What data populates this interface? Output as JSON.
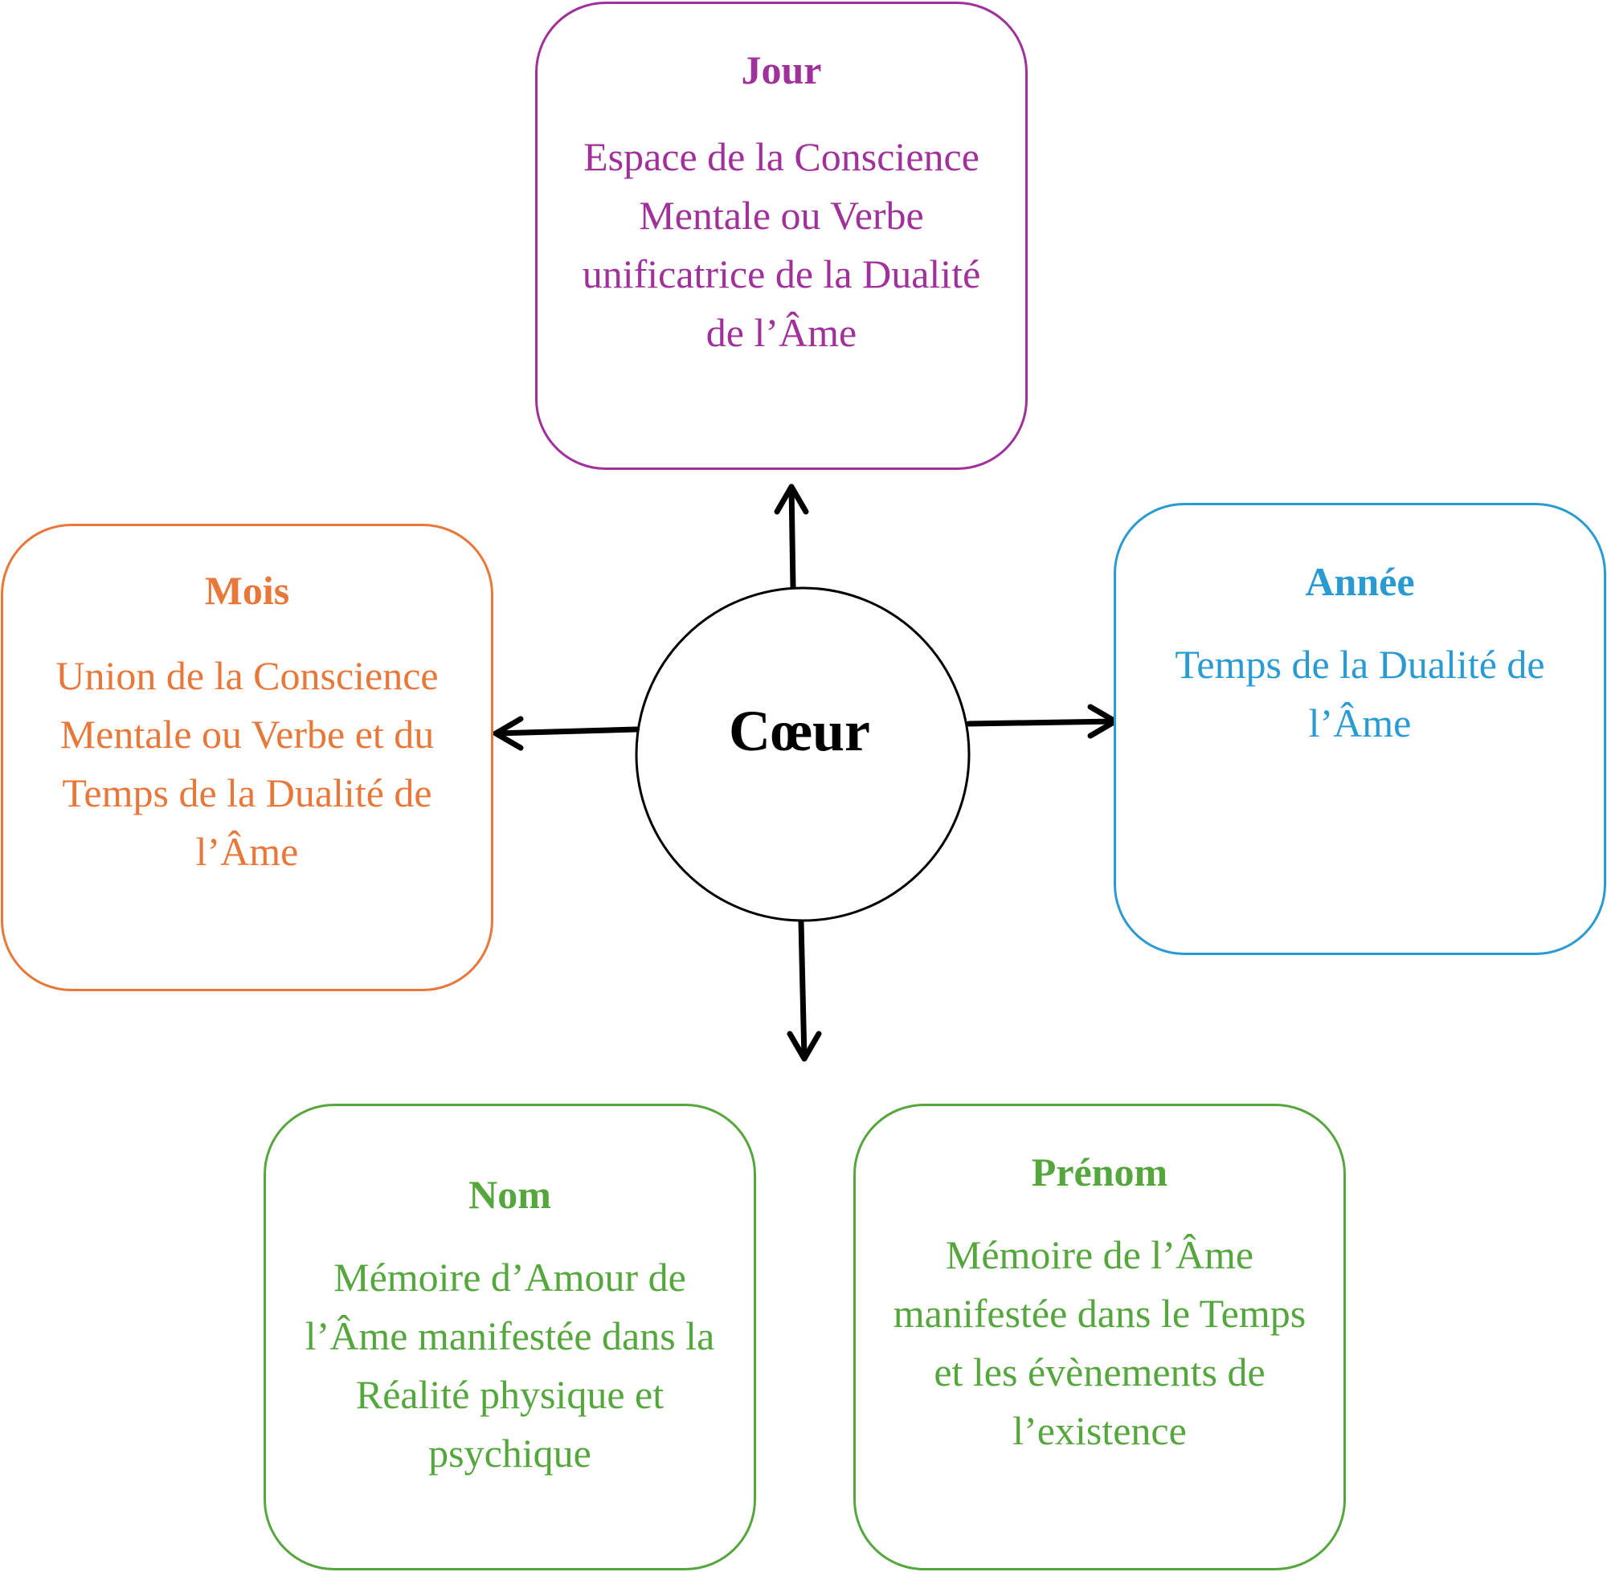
{
  "diagram": {
    "center": {
      "label": "Cœur"
    },
    "nodes": {
      "jour": {
        "title": "Jour",
        "text": "Espace de la Conscience Mentale ou Verbe unificatrice de la Dualité de l’Âme",
        "color": "#a0309a"
      },
      "mois": {
        "title": "Mois",
        "text": "Union de la Conscience Mentale ou Verbe et du Temps de la Dualité de l’Âme",
        "color": "#e8773a"
      },
      "annee": {
        "title": "Année",
        "text": "Temps de la Dualité de l’Âme",
        "color": "#2a9bd2"
      },
      "nom": {
        "title": "Nom",
        "text": "Mémoire d’Amour de l’Âme manifestée dans la Réalité physique et psychique",
        "color": "#55a63d"
      },
      "prenom": {
        "title": "Prénom",
        "text": "Mémoire de l’Âme manifestée dans le Temps et les évènements de l’existence",
        "color": "#55a63d"
      }
    },
    "edges": [
      {
        "from": "Cœur",
        "to": "Jour"
      },
      {
        "from": "Cœur",
        "to": "Mois"
      },
      {
        "from": "Cœur",
        "to": "Année"
      },
      {
        "from": "Cœur",
        "to": "Nom / Prénom"
      }
    ]
  }
}
